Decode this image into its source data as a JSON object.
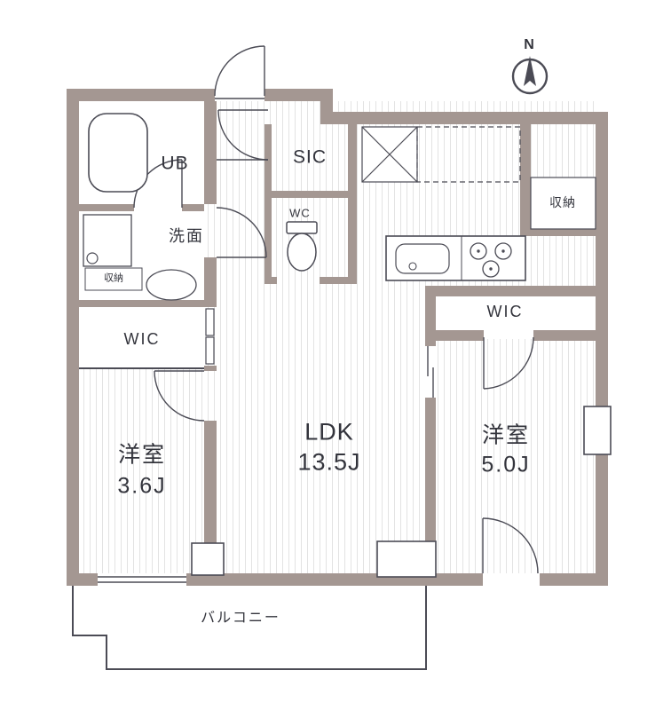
{
  "title": "apartment-floor-plan",
  "compass": {
    "north_label": "N"
  },
  "rooms": {
    "unit_bath": {
      "label": "UB"
    },
    "washroom": {
      "label": "洗面"
    },
    "storage_left": {
      "label": "収納"
    },
    "wic_left": {
      "label": "WIC"
    },
    "bedroom_left": {
      "name": "洋室",
      "size": "3.6J"
    },
    "shoe_closet": {
      "label": "SIC"
    },
    "toilet": {
      "label": "WC"
    },
    "ldk": {
      "name": "LDK",
      "size": "13.5J"
    },
    "storage_right": {
      "label": "収納"
    },
    "wic_right": {
      "label": "WIC"
    },
    "bedroom_right": {
      "name": "洋室",
      "size": "5.0J"
    },
    "balcony": {
      "label": "バルコニー"
    }
  },
  "colors": {
    "wall": "#a49792",
    "line": "#4b4b55",
    "stripe": "#e3e3e3",
    "text": "#33343c"
  }
}
